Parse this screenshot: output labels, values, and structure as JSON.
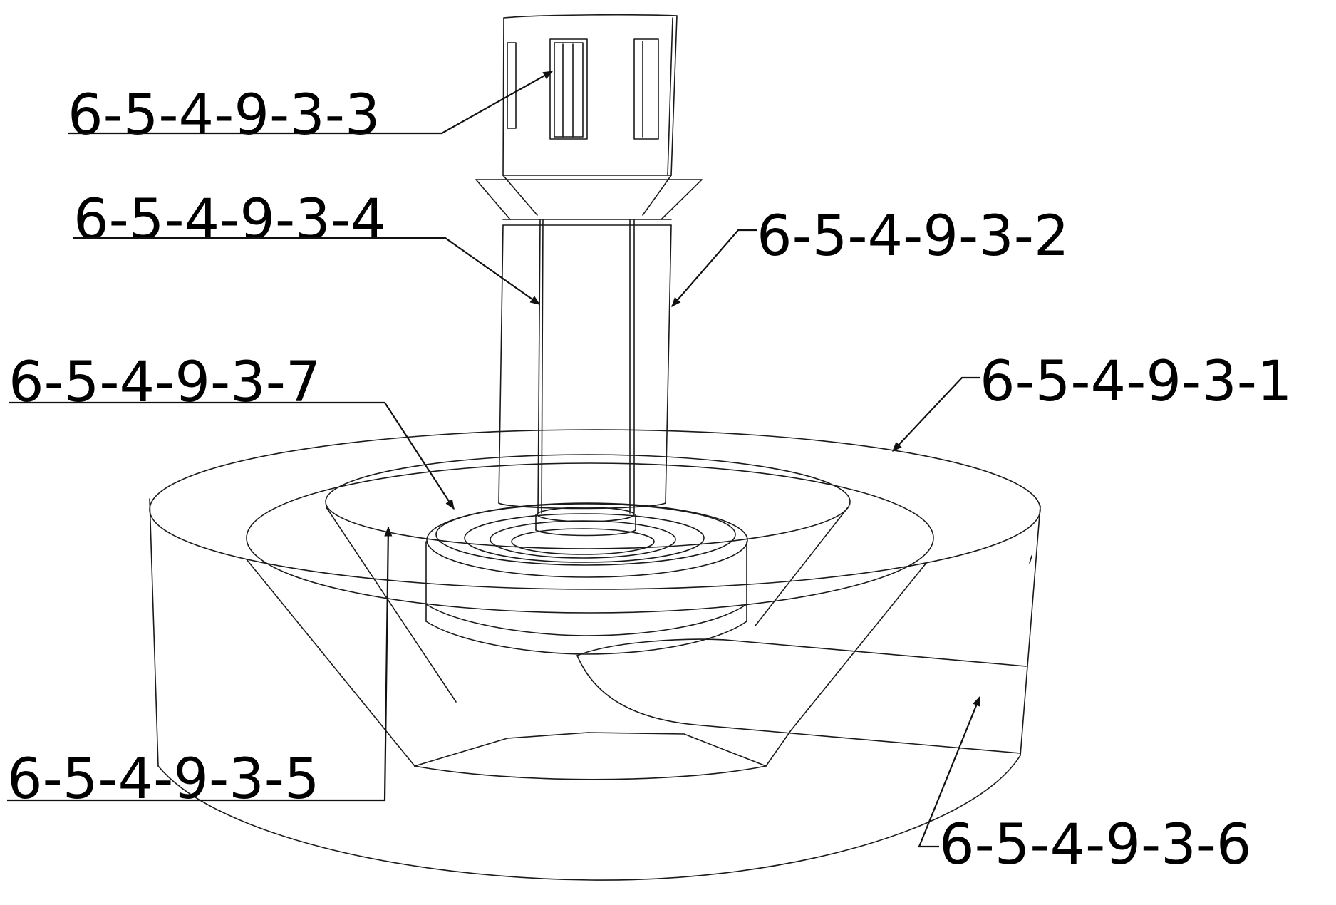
{
  "figure": {
    "callouts": [
      {
        "id": "c3",
        "text": "6-5-4-9-3-3"
      },
      {
        "id": "c4",
        "text": "6-5-4-9-3-4"
      },
      {
        "id": "c2",
        "text": "6-5-4-9-3-2"
      },
      {
        "id": "c7",
        "text": "6-5-4-9-3-7"
      },
      {
        "id": "c1",
        "text": "6-5-4-9-3-1"
      },
      {
        "id": "c5",
        "text": "6-5-4-9-3-5"
      },
      {
        "id": "c6",
        "text": "6-5-4-9-3-6"
      }
    ]
  }
}
